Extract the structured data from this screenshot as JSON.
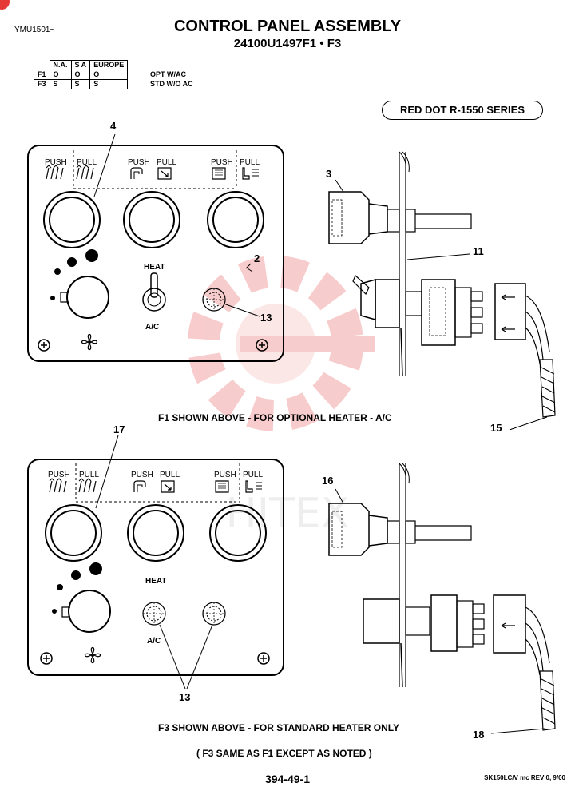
{
  "header": {
    "ref_code": "YMU1501~",
    "title": "CONTROL PANEL ASSEMBLY",
    "subtitle": "24100U1497F1 • F3"
  },
  "option_table": {
    "columns": [
      "N.A.",
      "S A",
      "EUROPE"
    ],
    "rows": [
      {
        "code": "F1",
        "values": [
          "O",
          "O",
          "O"
        ],
        "note": "OPT W/AC"
      },
      {
        "code": "F3",
        "values": [
          "S",
          "S",
          "S"
        ],
        "note": "STD W/O AC"
      }
    ]
  },
  "series_label": "RED DOT R-1550 SERIES",
  "panel_labels": {
    "push": "PUSH",
    "pull": "PULL",
    "heat": "HEAT",
    "ac": "A/C"
  },
  "callouts": {
    "c4": "4",
    "c2": "2",
    "c13": "13",
    "c3": "3",
    "c11": "11",
    "c15": "15",
    "c17": "17",
    "c13b": "13",
    "c16": "16",
    "c18": "18"
  },
  "captions": {
    "f1": "F1 SHOWN ABOVE - FOR OPTIONAL HEATER - A/C",
    "f3": "F3 SHOWN ABOVE - FOR STANDARD HEATER ONLY",
    "f3_note": "( F3 SAME AS F1 EXCEPT AS NOTED )"
  },
  "footer": {
    "page_number": "394-49-1",
    "revision": "SK150LC/V mc REV 0, 9/00"
  },
  "watermark_text": "HITEX",
  "colors": {
    "watermark": "#f2a3a3",
    "corner_dot": "#e53935"
  }
}
